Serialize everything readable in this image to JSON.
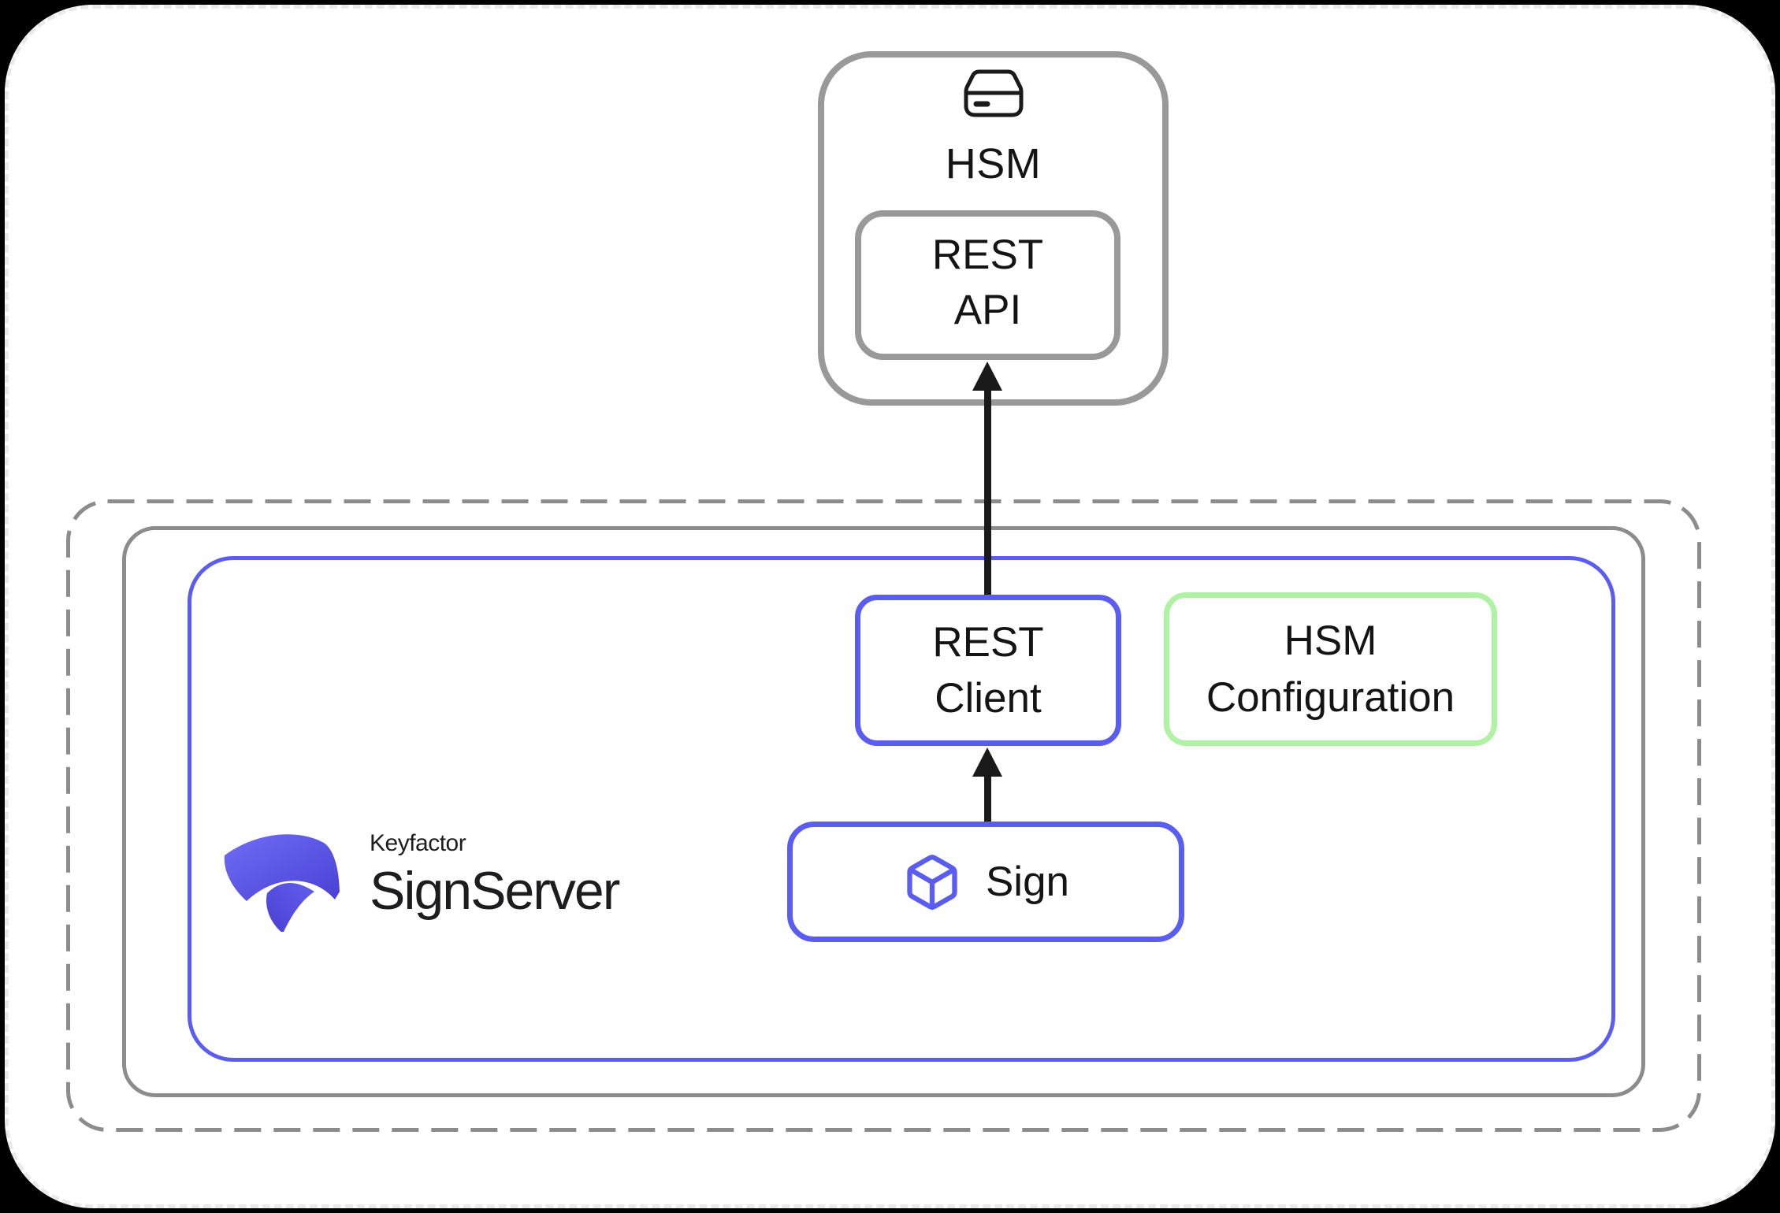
{
  "colors": {
    "background": "#000000",
    "card": "#ffffff",
    "card_dash": "#eaeaea",
    "container_gray": "#8c8c8c",
    "hsm_gray": "#999999",
    "accent_blue": "#5b5cf0",
    "accent_green": "#aff2a4",
    "arrow_black": "#1a1a1a",
    "text": "#141414",
    "logo_gradient_start": "#6f6df6",
    "logo_gradient_end": "#4a40d4"
  },
  "hsm": {
    "title": "HSM",
    "icon": "drive-icon",
    "rest_api": {
      "line1": "REST",
      "line2": "API"
    }
  },
  "signserver": {
    "logo": {
      "mark": "keyfactor-mark",
      "brand": "Keyfactor",
      "product": "SignServer"
    },
    "rest_client": {
      "line1": "REST",
      "line2": "Client"
    },
    "hsm_configuration": {
      "line1": "HSM",
      "line2": "Configuration"
    },
    "sign": {
      "icon": "cube-icon",
      "label": "Sign"
    }
  },
  "connections": [
    {
      "from": "sign-box",
      "to": "rest-client-box",
      "direction": "up"
    },
    {
      "from": "rest-client-box",
      "to": "hsm-rest-api-box",
      "direction": "up"
    }
  ]
}
